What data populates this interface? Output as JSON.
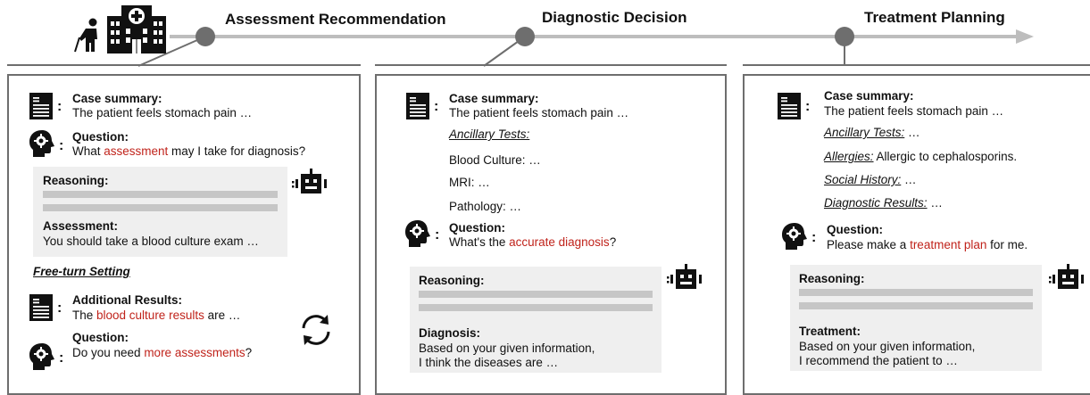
{
  "stages": [
    {
      "title": "Assessment Recommendation"
    },
    {
      "title": "Diagnostic Decision"
    },
    {
      "title": "Treatment Planning"
    }
  ],
  "panel1": {
    "case_label": "Case summary:",
    "case_text": "The patient feels stomach pain …",
    "question_label": "Question:",
    "question_pre": "What ",
    "question_hl": "assessment",
    "question_post": " may I take for diagnosis?",
    "reasoning_label": "Reasoning:",
    "answer_label": "Assessment:",
    "answer_text": "You should take a blood culture exam …",
    "freeturn_label": "Free-turn Setting",
    "additional_label": "Additional Results:",
    "additional_pre": "The ",
    "additional_hl": "blood culture results",
    "additional_post": " are …",
    "question2_label": "Question:",
    "question2_pre": "Do you need ",
    "question2_hl": "more assessments",
    "question2_post": "?"
  },
  "panel2": {
    "case_label": "Case summary:",
    "case_text": "The patient feels stomach pain …",
    "ancillary_label": "Ancillary Tests:",
    "tests": [
      "Blood Culture: …",
      "MRI: …",
      "Pathology: …"
    ],
    "question_label": "Question:",
    "question_pre": "What's the ",
    "question_hl": "accurate diagnosis",
    "question_post": "?",
    "reasoning_label": "Reasoning:",
    "answer_label": "Diagnosis:",
    "answer_line1": "Based on your given information,",
    "answer_line2": "I think the diseases are …"
  },
  "panel3": {
    "case_label": "Case summary:",
    "case_text": "The patient feels stomach pain …",
    "ancillary_label": "Ancillary Tests:",
    "ancillary_value": " …",
    "allergies_label": "Allergies:",
    "allergies_value": " Allergic to cephalosporins.",
    "social_label": "Social History:",
    "social_value": " …",
    "diag_label": "Diagnostic Results:",
    "diag_value": " …",
    "question_label": "Question:",
    "question_pre": "Please make a ",
    "question_hl": "treatment plan",
    "question_post": " for me.",
    "reasoning_label": "Reasoning:",
    "answer_label": "Treatment:",
    "answer_line1": "Based on your given information,",
    "answer_line2": "I recommend the patient to …"
  },
  "colors": {
    "highlight": "#c0231b",
    "timeline": "#bdbdbd",
    "node": "#6e6e6e",
    "panel_border": "#6e6e6e",
    "reason_bg": "#efefef"
  },
  "icons": [
    "patient-icon",
    "hospital-icon",
    "document-icon",
    "head-gear-icon",
    "robot-icon",
    "refresh-icon"
  ]
}
